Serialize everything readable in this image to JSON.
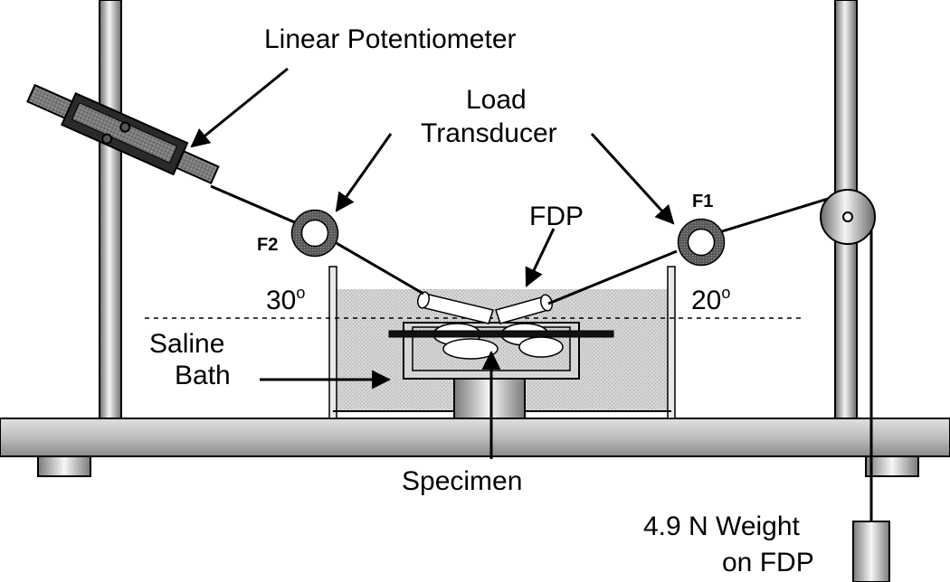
{
  "labels": {
    "linear_potentiometer": "Linear Potentiometer",
    "load_line1": "Load",
    "load_line2": "Transducer",
    "fdp": "FDP",
    "f1": "F1",
    "f2": "F2",
    "angle_left": "30",
    "angle_right": "20",
    "degree_symbol": "o",
    "saline_line1": "Saline",
    "saline_line2": "Bath",
    "specimen": "Specimen",
    "weight_line1": "4.9 N Weight",
    "weight_line2": "on FDP"
  },
  "colors": {
    "ink": "#000000",
    "metal_dark": "#6f6f6f",
    "metal_light": "#f2f2f2",
    "bath_fill": "#cfcfcf",
    "bone": "#ffffff"
  }
}
